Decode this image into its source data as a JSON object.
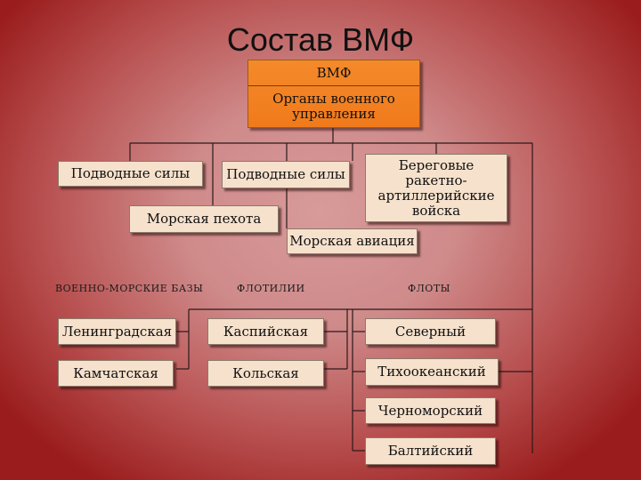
{
  "title": "Состав ВМФ",
  "top": {
    "title": "ВМФ",
    "subtitle": "Органы военного управления"
  },
  "forces": {
    "submarine": "Подводные силы",
    "surface": "Подводные силы",
    "coastal": "Береговые ракетно-артиллерийские войска",
    "marines": "Морская пехота",
    "aviation": "Морская авиация"
  },
  "sections": {
    "bases": "ВОЕННО-МОРСКИЕ БАЗЫ",
    "flotillas": "ФЛОТИЛИИ",
    "fleets": "ФЛОТЫ"
  },
  "bases": [
    "Ленинградская",
    "Камчатская"
  ],
  "flotillas": [
    "Каспийская",
    "Кольская"
  ],
  "fleets": [
    "Северный",
    "Тихоокеанский",
    "Черноморский",
    "Балтийский"
  ]
}
